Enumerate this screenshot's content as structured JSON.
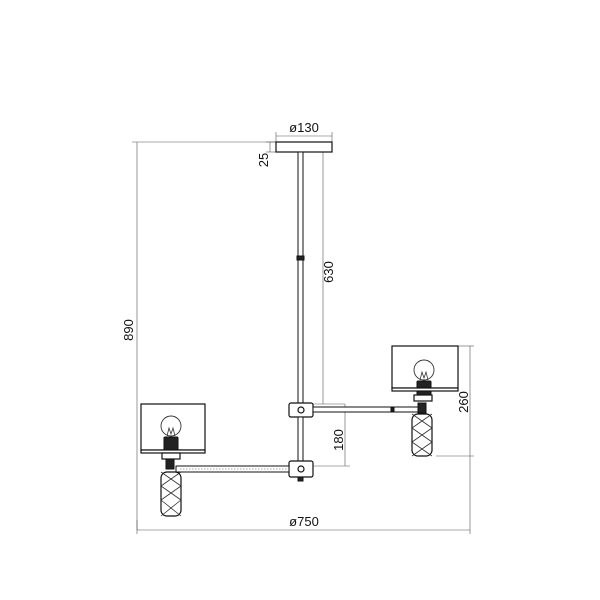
{
  "dimensions": {
    "canopy_diameter": "ø130",
    "canopy_height": "25",
    "rod_length": "630",
    "total_height": "890",
    "shade_height": "260",
    "arm_spacing": "180",
    "total_width": "ø750"
  }
}
